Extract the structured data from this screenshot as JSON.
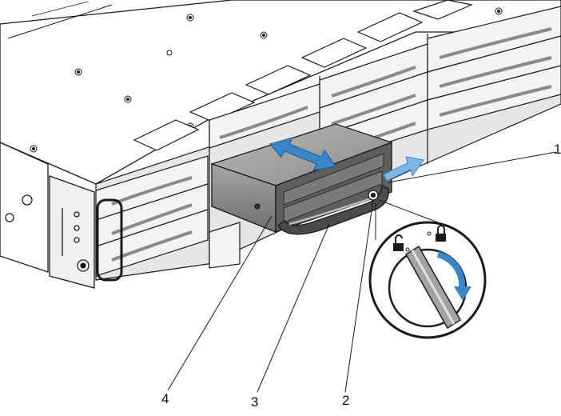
{
  "colors": {
    "line": "#1a1a1a",
    "chassis": "#ffffff",
    "bay_fill": "#ececec",
    "drive_gray": "#9a9a9a",
    "drive_dark": "#5a5a5a",
    "arrow_blue": "#3a86c8",
    "arrow_blue_light": "#7fb6e6"
  },
  "icons": {
    "unlock": "unlock-icon",
    "lock": "lock-icon",
    "rotate": "rotate-clockwise-arrow-icon",
    "move": "double-headed-arrow-icon"
  },
  "callouts": {
    "c1": "1",
    "c2": "2",
    "c3": "3",
    "c4": "4"
  }
}
